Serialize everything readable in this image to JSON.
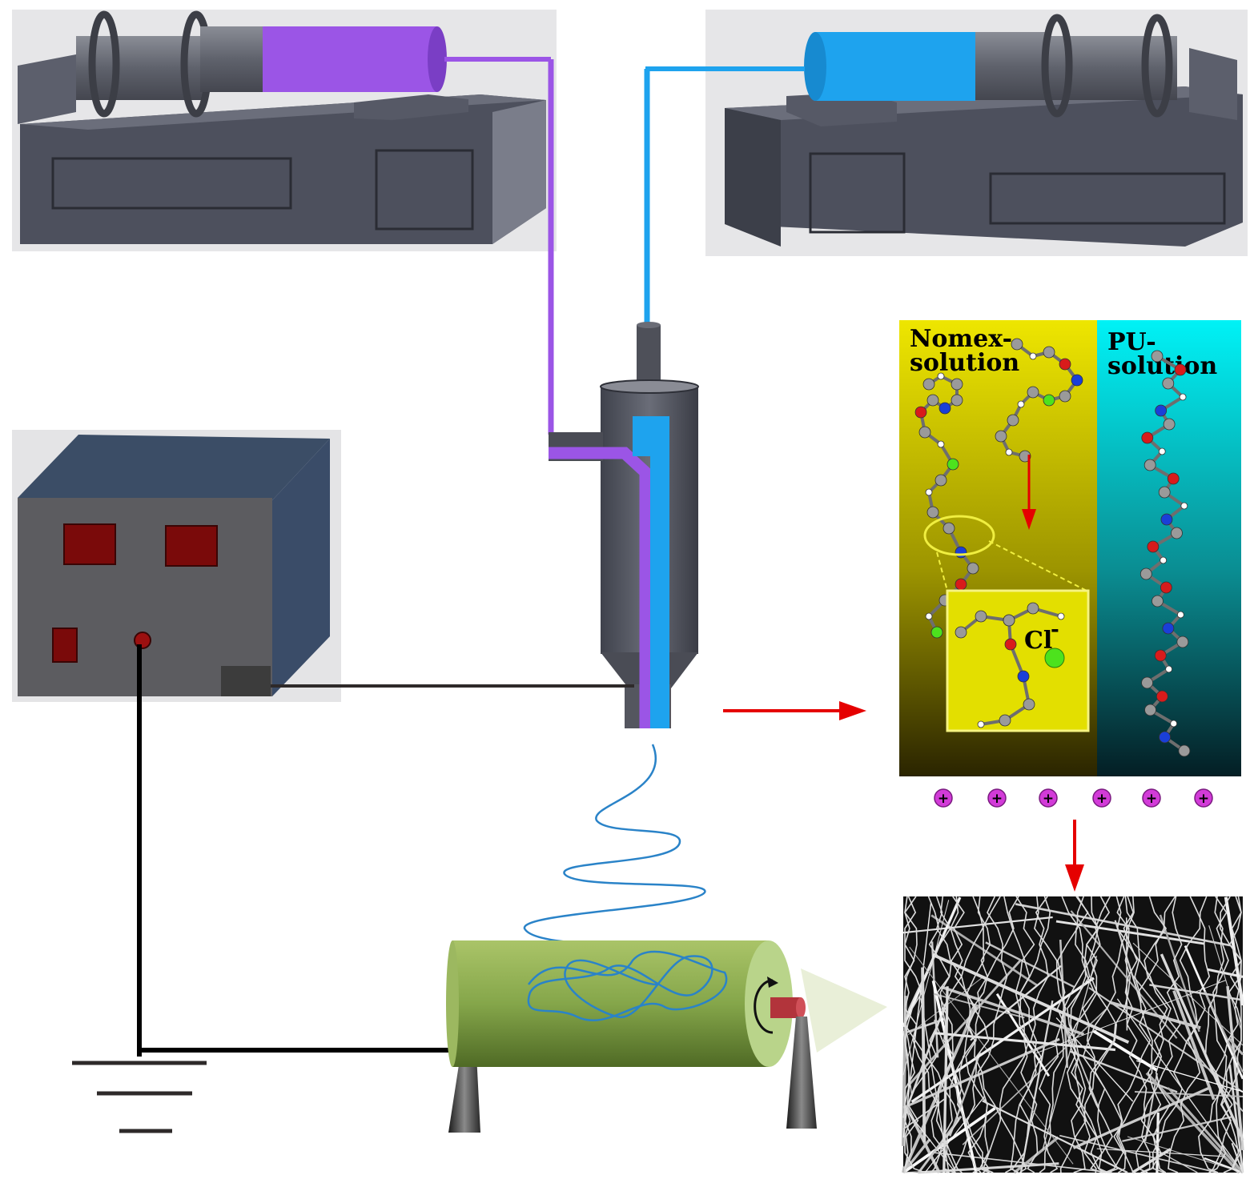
{
  "colors": {
    "nomex_fluid": "#9B55E6",
    "pu_fluid": "#1EA3EE",
    "pump_body": "#4f5260",
    "power_supply_front": "#5a5a5e",
    "power_supply_side": "#3b4d66",
    "display": "#7a0a0a",
    "collector": "#7ea04a",
    "arrow": "#e50000",
    "charge": "#d23bd8",
    "panel_nomex": "#e3de00",
    "panel_pu": "#00e0e8"
  },
  "icons": {
    "ground": "ground-symbol-icon",
    "rotation": "rotation-arrow-icon",
    "charge": "plus-charge-icon",
    "arrow": "red-arrow-icon"
  },
  "panel": {
    "nomex_label_line1": "Nomex-",
    "nomex_label_line2": "solution",
    "pu_label_line1": "PU-",
    "pu_label_line2": "solution",
    "ion_label": "Cl",
    "ion_charge": "-"
  },
  "charges": [
    "+",
    "+",
    "+",
    "+",
    "+",
    "+"
  ]
}
